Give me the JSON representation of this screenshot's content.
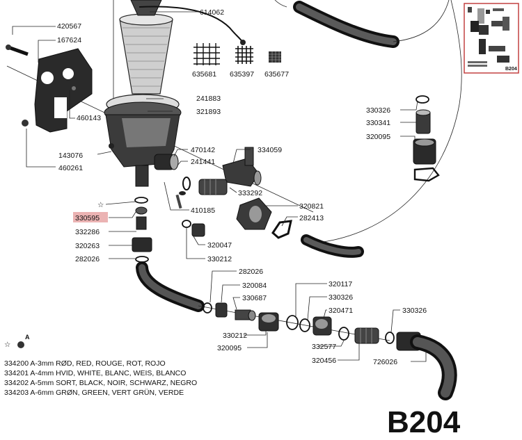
{
  "diagram": {
    "page_code": "B204",
    "highlight_color": "#e49a9a",
    "thumbnail_border_color": "#c24040",
    "thumbnail_label": "B204",
    "accessory_mark": "A",
    "parts": {
      "p420567": "420567",
      "p167624": "167624",
      "p614062": "614062",
      "p635681": "635681",
      "p635397": "635397",
      "p635677": "635677",
      "p241883": "241883",
      "p321893": "321893",
      "p460143": "460143",
      "p143076": "143076",
      "p460261": "460261",
      "p470142": "470142",
      "p241441": "241441",
      "p334059": "334059",
      "p333292": "333292",
      "p320821": "320821",
      "p282413": "282413",
      "p330326a": "330326",
      "p330341": "330341",
      "p320095a": "320095",
      "p330595": "330595",
      "p332286": "332286",
      "p320263": "320263",
      "p282026a": "282026",
      "p410185": "410185",
      "p320047": "320047",
      "p330212a": "330212",
      "p282026b": "282026",
      "p320084": "320084",
      "p330687": "330687",
      "p320117": "320117",
      "p330326b": "330326",
      "p320471": "320471",
      "p330326c": "330326",
      "p330212b": "330212",
      "p320095b": "320095",
      "p332577": "332577",
      "p320456": "320456",
      "p726026": "726026"
    },
    "legend": [
      "334200   A-3mm RØD, RED, ROUGE, ROT, ROJO",
      "334201   A-4mm HVID, WHITE, BLANC, WEIS, BLANCO",
      "334202   A-5mm SORT, BLACK, NOIR, SCHWARZ, NEGRO",
      "334203   A-6mm GRØN, GREEN, VERT GRÜN, VERDE"
    ]
  }
}
